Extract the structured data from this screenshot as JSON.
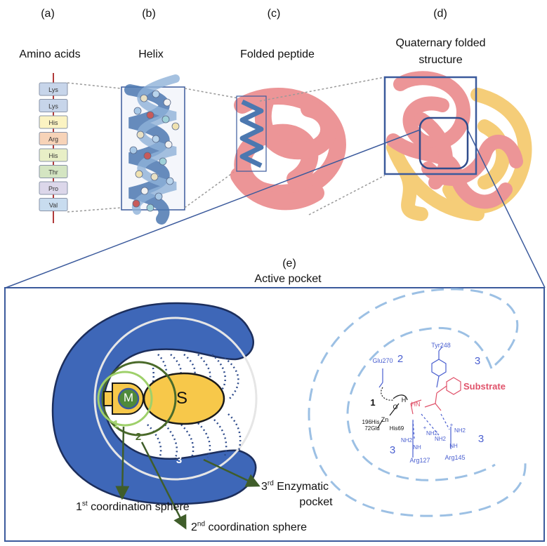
{
  "panels": {
    "a": {
      "letter": "(a)",
      "title": "Amino acids",
      "residues": [
        "Lys",
        "Lys",
        "His",
        "Arg",
        "His",
        "Thr",
        "Pro",
        "Val"
      ],
      "residue_colors": [
        "#c7d5ea",
        "#c7d5ea",
        "#fbf3c2",
        "#f7d3b8",
        "#e8efc6",
        "#d4e5c2",
        "#dcd7ea",
        "#c8dcef"
      ]
    },
    "b": {
      "letter": "(b)",
      "title": "Helix"
    },
    "c": {
      "letter": "(c)",
      "title": "Folded peptide"
    },
    "d": {
      "letter": "(d)",
      "title_line1": "Quaternary folded",
      "title_line2": "structure"
    },
    "e": {
      "letter": "(e)",
      "title": "Active pocket"
    }
  },
  "pocket": {
    "metal": "M",
    "substrate": "S",
    "sphere_numbers": [
      "1",
      "2",
      "3"
    ],
    "labels": {
      "first_prefix": "1",
      "first_sup": "st",
      "first_rest": " coordination sphere",
      "second_prefix": "2",
      "second_sup": "nd",
      "second_rest": " coordination sphere",
      "third_prefix": "3",
      "third_sup": "rd",
      "third_rest": " Enzymatic",
      "third_line2": "pocket"
    }
  },
  "scheme": {
    "substrate_label": "Substrate",
    "residues": {
      "glu": "Glu270",
      "tyr": "Tyr248",
      "arg127": "Arg127",
      "arg145": "Arg145"
    },
    "zinc": "Zn",
    "ligands": {
      "his196": "196His",
      "glu72": "72Glu",
      "his69": "His69"
    },
    "atoms": {
      "o": "O",
      "h": "H",
      "hn": "HN",
      "nh": "NH",
      "nh2": "NH2",
      "plus": "+"
    },
    "numbers": {
      "one": "1",
      "two": "2",
      "three": "3"
    }
  },
  "colors": {
    "frame": "#3b5a9c",
    "pocket_blue": "#3e67b8",
    "metal_green": "#4f8a3a",
    "yellow": "#f7c84a",
    "substrate_red": "#e0526a",
    "scheme_blue": "#4a5fd0",
    "dash": "#9cc0e4",
    "ribbon_red": "#ea8a8c",
    "ribbon_yellow": "#f4c86a",
    "helix_blue": "#4c78b0"
  }
}
